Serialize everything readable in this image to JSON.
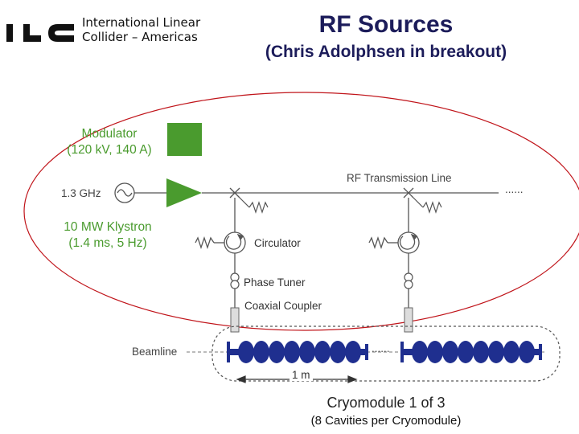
{
  "header": {
    "logo_letters": "ILC",
    "org_line1": "International Linear",
    "org_line2": "Collider – Americas",
    "title": "RF Sources",
    "subtitle": "(Chris Adolphsen in breakout)"
  },
  "diagram": {
    "modulator_line1": "Modulator",
    "modulator_line2": "(120 kV, 140 A)",
    "frequency": "1.3 GHz",
    "klystron_line1": "10 MW Klystron",
    "klystron_line2": "(1.4 ms, 5 Hz)",
    "rf_line": "RF Transmission Line",
    "circulator": "Circulator",
    "phase_tuner": "Phase Tuner",
    "coupler": "Coaxial Coupler",
    "beamline": "Beamline",
    "scale": "1 m",
    "ellipsis": "......"
  },
  "footer": {
    "cryomodule": "Cryomodule 1 of 3",
    "cavities": "(8 Cavities per Cryomodule)"
  },
  "colors": {
    "green": "#4a9b2e",
    "cavity_blue": "#1f2f8f",
    "ellipse_red": "#c0141a",
    "title_navy": "#1c1c5a"
  }
}
